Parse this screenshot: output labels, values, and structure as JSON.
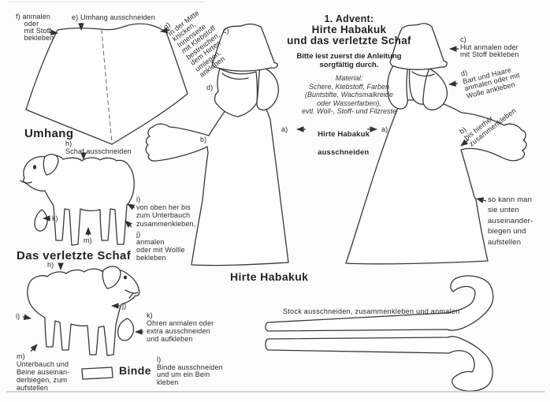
{
  "colors": {
    "paper": "#fcfcfa",
    "ink": "#2c2a27",
    "line": "#3a3733"
  },
  "title_block": {
    "advent": "1. Advent:",
    "title1": "Hirte Habakuk",
    "title2": "und das verletzte Schaf",
    "note1": "Bitte lest zuerst die Anleitung",
    "note2": "sorgfältig durch.",
    "material_title": "Material:",
    "material1": "Schere, Klebstoff, Farben",
    "material2": "(Buntstifte, Wachsmalkreide",
    "material3": "oder Wasserfarben),",
    "material4": "evtl. Woll-, Stoff- und Filzreste"
  },
  "center_cut": {
    "line1": "Hirte Habakuk",
    "line2": "ausschneiden"
  },
  "cloak": {
    "heading": "Umhang",
    "label_f": "f) anmalen\n    oder\n    mit Stoff\n    bekleben",
    "label_e": "e) Umhang ausschneiden",
    "label_g": "g)\nin der Mitte\nknicken,\nInnenseite\nmit Klebstoff\nbestreichen,\ndem Hirten\numlegen,\nankleben"
  },
  "sheep_standing": {
    "label_h": "h)\nSchaf ausschneiden",
    "label_i": "i)\nvon oben her bis\nzum Unterbauch\nzusammenkleben,",
    "label_j": "j)\nanmalen\noder mit Wollle\nbekleben",
    "label_k": "k)",
    "label_m": "m)"
  },
  "sheep_injured": {
    "heading": "Das verletzte Schaf",
    "label_h": "h)",
    "label_i": "i)",
    "label_j": "j)",
    "label_k": "k)\nOhren anmalen oder\nextra ausschneiden\nund aufkleben",
    "label_m": "m)\nUnterbauch und\nBeine auseinan-\nderbiegen, zum\naufstellen",
    "label_l": "l)\nBinde ausschneiden\nund um ein Bein\nkleben"
  },
  "shepherd_left": {
    "label_a": "a)",
    "label_b": "b)",
    "label_c": "c)",
    "label_d": "d)",
    "caption": "Hirte Habakuk"
  },
  "shepherd_right": {
    "label_a": "a)",
    "label_b": "b)\nbis hierher\nzusammenkleben",
    "label_c": "c)\nHut anmalen oder\nmit Stoff bekleben",
    "label_d": "d)\nBart und Haare\nanmalen oder mit\nWolle ankleben",
    "label_stand": "so kann man\nsie unten\nauseinander-\nbiegen und\naufstellen"
  },
  "binde": {
    "heading": "Binde"
  },
  "stock": {
    "caption": "Stock ausschneiden, zusammenkleben und anmalen"
  }
}
